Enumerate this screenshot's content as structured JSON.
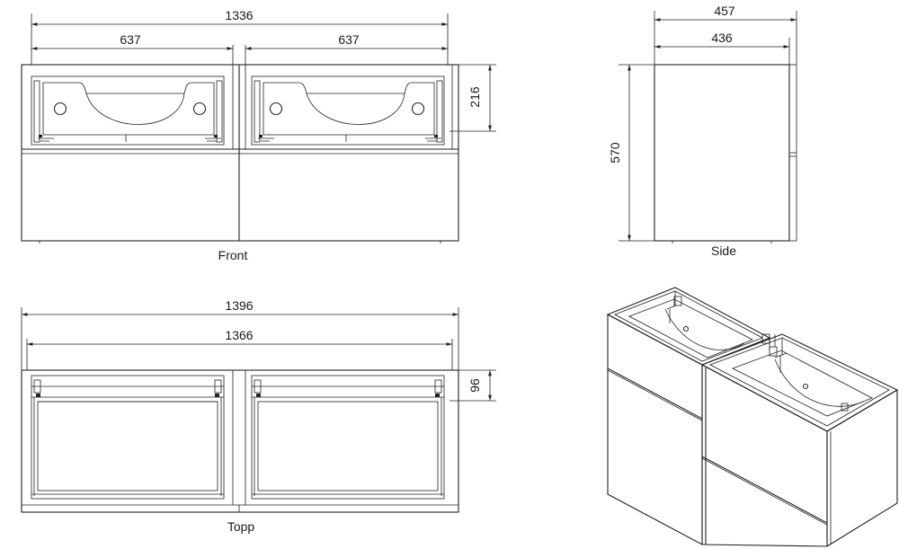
{
  "views": {
    "front": {
      "label": "Front",
      "dimensions": {
        "overall_width": "1336",
        "left_drawer_width": "637",
        "right_drawer_width": "637",
        "drawer_height": "216"
      }
    },
    "side": {
      "label": "Side",
      "dimensions": {
        "depth_outer": "457",
        "depth_inner": "436",
        "height": "570"
      }
    },
    "top": {
      "label": "Topp",
      "dimensions": {
        "outer_width": "1396",
        "inner_width": "1366",
        "depth": "96"
      }
    },
    "isometric": {
      "label": ""
    }
  }
}
